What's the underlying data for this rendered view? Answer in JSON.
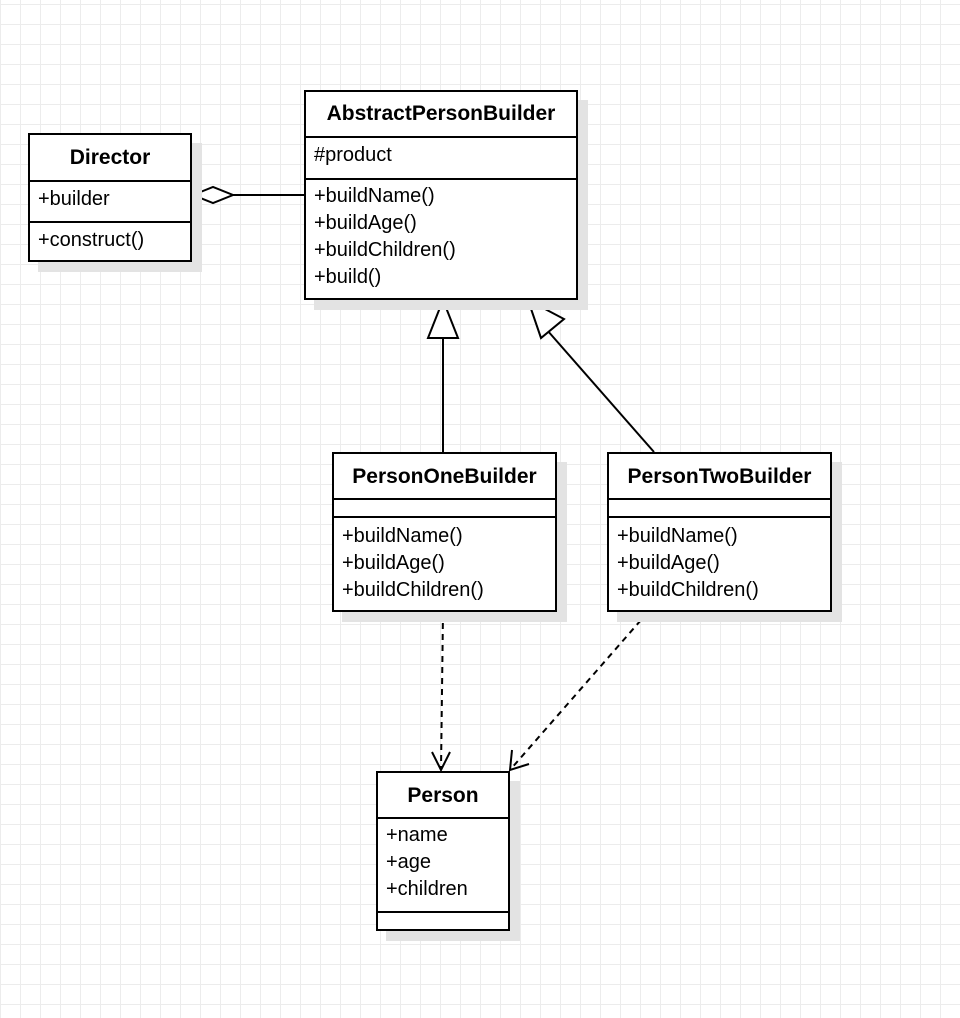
{
  "classes": {
    "director": {
      "name": "Director",
      "attributes": [
        "+builder"
      ],
      "methods": [
        "+construct()"
      ]
    },
    "abstract_builder": {
      "name": "AbstractPersonBuilder",
      "attributes": [
        "#product"
      ],
      "methods": [
        "+buildName()",
        "+buildAge()",
        "+buildChildren()",
        "+build()"
      ]
    },
    "person_one_builder": {
      "name": "PersonOneBuilder",
      "attributes": [],
      "methods": [
        "+buildName()",
        "+buildAge()",
        "+buildChildren()"
      ]
    },
    "person_two_builder": {
      "name": "PersonTwoBuilder",
      "attributes": [],
      "methods": [
        "+buildName()",
        "+buildAge()",
        "+buildChildren()"
      ]
    },
    "person": {
      "name": "Person",
      "attributes": [
        "+name",
        "+age",
        "+children"
      ],
      "methods": []
    }
  },
  "relations": [
    {
      "type": "aggregation",
      "from": "Director",
      "to": "AbstractPersonBuilder"
    },
    {
      "type": "generalization",
      "from": "PersonOneBuilder",
      "to": "AbstractPersonBuilder"
    },
    {
      "type": "generalization",
      "from": "PersonTwoBuilder",
      "to": "AbstractPersonBuilder"
    },
    {
      "type": "dependency",
      "from": "PersonOneBuilder",
      "to": "Person"
    },
    {
      "type": "dependency",
      "from": "PersonTwoBuilder",
      "to": "Person"
    }
  ]
}
